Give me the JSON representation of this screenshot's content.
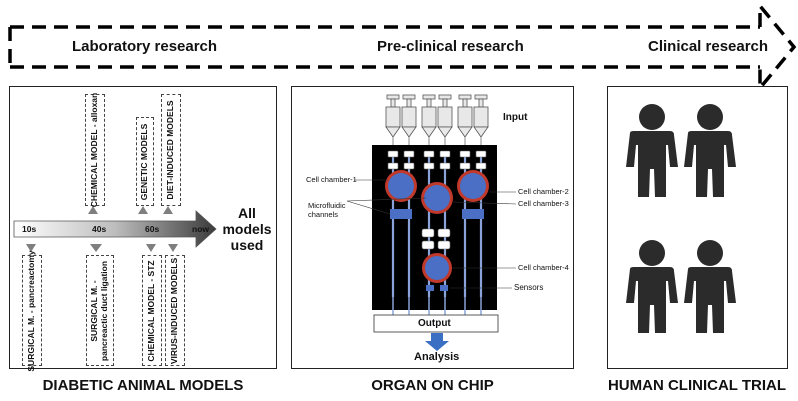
{
  "stages": {
    "laboratory": "Laboratory  research",
    "preclinical": "Pre-clinical research",
    "clinical": "Clinical research"
  },
  "panel_titles": {
    "animal": "DIABETIC ANIMAL MODELS",
    "chip": "ORGAN ON CHIP",
    "human": "HUMAN CLINICAL TRIAL"
  },
  "timeline": {
    "ticks": [
      "10s",
      "40s",
      "60s",
      "now"
    ],
    "end_label": [
      "All",
      "models",
      "used"
    ],
    "top_labels": [
      "CHEMICAL MODEL - alloxan",
      "GENETIC MODELS",
      "DIET-INDUCED MODELS"
    ],
    "bottom_labels": [
      "SURGICAL M. - pancreactomy",
      "SURGICAL M. - pancreactic duct ligation",
      "CHEMICAL MODEL - STZ",
      "VIRUS-INDUCED MODELS"
    ]
  },
  "chip": {
    "input": "Input",
    "cell_chamber_1": "Cell chamber-1",
    "cell_chamber_2": "Cell chamber-2",
    "cell_chamber_3": "Cell chamber-3",
    "cell_chamber_4": "Cell chamber-4",
    "microfluidic": [
      "Microfluidic",
      "channels"
    ],
    "sensors": "Sensors",
    "output": "Output",
    "analysis": "Analysis"
  },
  "colors": {
    "arrow_dash": "#000000",
    "chip_bg": "#000000",
    "chamber_fill": "#4a6fc4",
    "chamber_ring": "#c0392b",
    "channel": "#5b7ec9",
    "timeline_grey": "#7f7f7f",
    "human_silhouette": "#2b2b2b"
  }
}
